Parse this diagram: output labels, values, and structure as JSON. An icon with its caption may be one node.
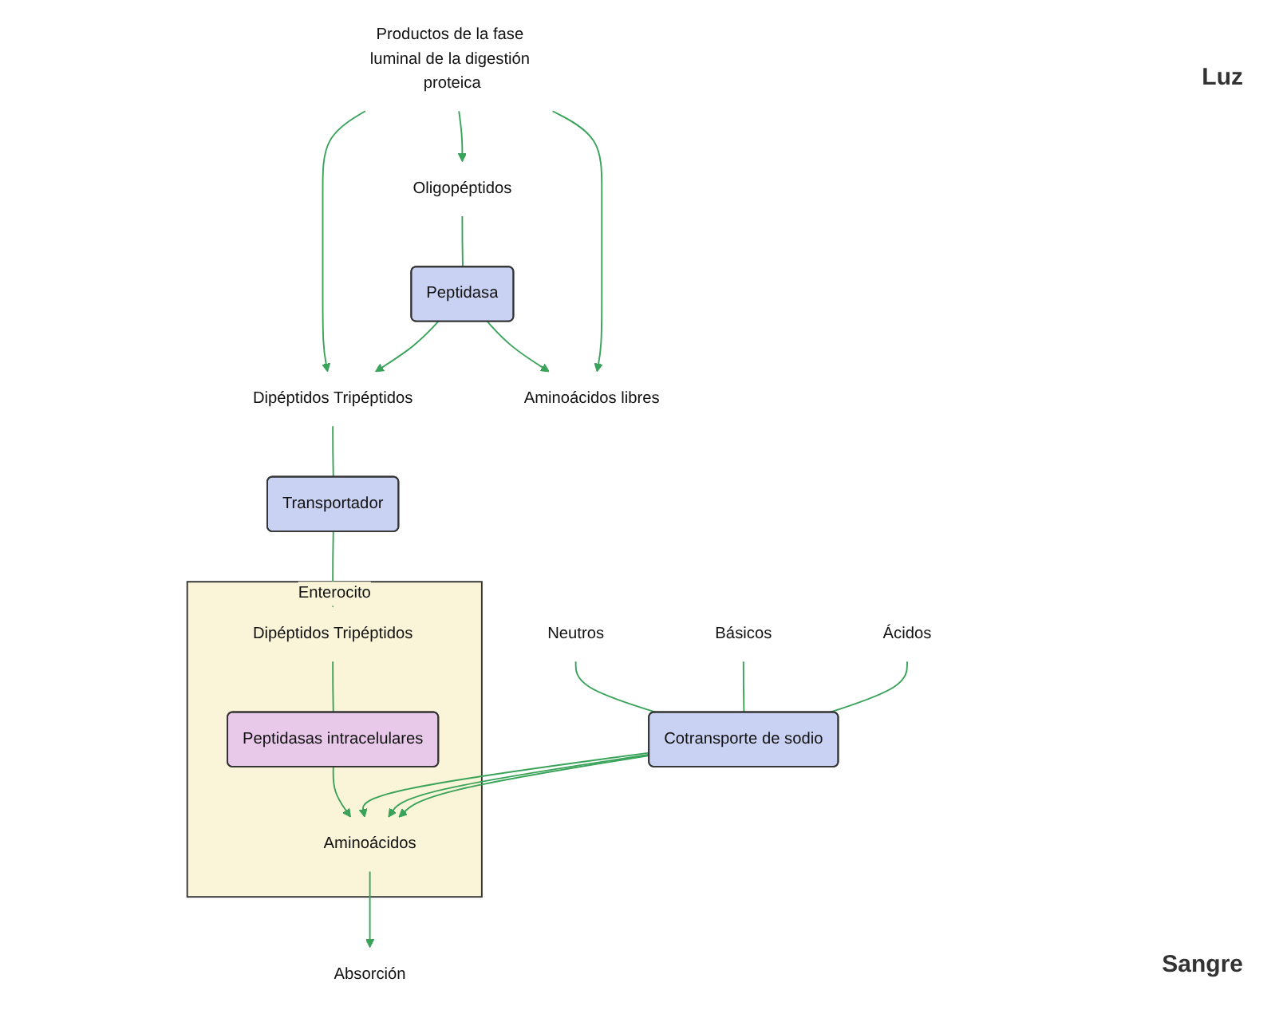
{
  "diagram": {
    "nodes": [
      {
        "text": [
          "Productos de la fase luminal de la digestión proteica"
        ]
      },
      {
        "text": [
          "Dipéptidos Tripéptidos"
        ]
      },
      {
        "text": [
          "Oligopéptidos"
        ]
      },
      {
        "text": [
          "Aminoácidos libres"
        ]
      },
      {
        "text": [
          "Neutros"
        ]
      },
      {
        "text": [
          "Básicos"
        ]
      },
      {
        "text": [
          "Ácidos"
        ]
      },
      {
        "text": [
          "Transportador"
        ]
      },
      {
        "text": [
          "Peptidasa"
        ]
      },
      {
        "text": [
          "Cotransporte de sodio"
        ]
      },
      {
        "text": [
          "Enterocito"
        ]
      },
      {
        "text": [
          "Dipéptidos Tripéptidos"
        ],
        "in": 10
      },
      {
        "text": [
          "Peptidasas intracelulares"
        ],
        "in": 10
      },
      {
        "text": [
          "Aminoácidos"
        ],
        "in": 10
      },
      {
        "text": [
          "Absorción"
        ]
      }
    ],
    "edges": [
      {
        "from": 0,
        "to": 1,
        "arrow": "to"
      },
      {
        "from": 0,
        "to": 2,
        "arrow": "to"
      },
      {
        "from": 0,
        "to": 3,
        "arrow": "to"
      },
      {
        "from": 1,
        "to": 7,
        "arrow": "none"
      },
      {
        "from": 2,
        "to": 8,
        "arrow": "none"
      },
      {
        "from": 8,
        "to": 1,
        "arrow": "to"
      },
      {
        "from": 8,
        "to": 3,
        "arrow": "to"
      },
      {
        "from": 4,
        "to": 9,
        "arrow": "none"
      },
      {
        "from": 5,
        "to": 9,
        "arrow": "none"
      },
      {
        "from": 6,
        "to": 9,
        "arrow": "none"
      },
      {
        "from": 7,
        "to": 11,
        "arrow": "to"
      },
      {
        "from": 11,
        "to": 12,
        "arrow": "none"
      },
      {
        "from": 12,
        "to": 13,
        "arrow": "to"
      },
      {
        "from": 9,
        "to": 13,
        "arrow": "to"
      },
      {
        "from": 9,
        "to": 13,
        "arrow": "to"
      },
      {
        "from": 9,
        "to": 13,
        "arrow": "to"
      },
      {
        "from": 13,
        "to": 14,
        "arrow": "to"
      }
    ],
    "labels": [
      "Luz",
      "Sangre"
    ]
  }
}
